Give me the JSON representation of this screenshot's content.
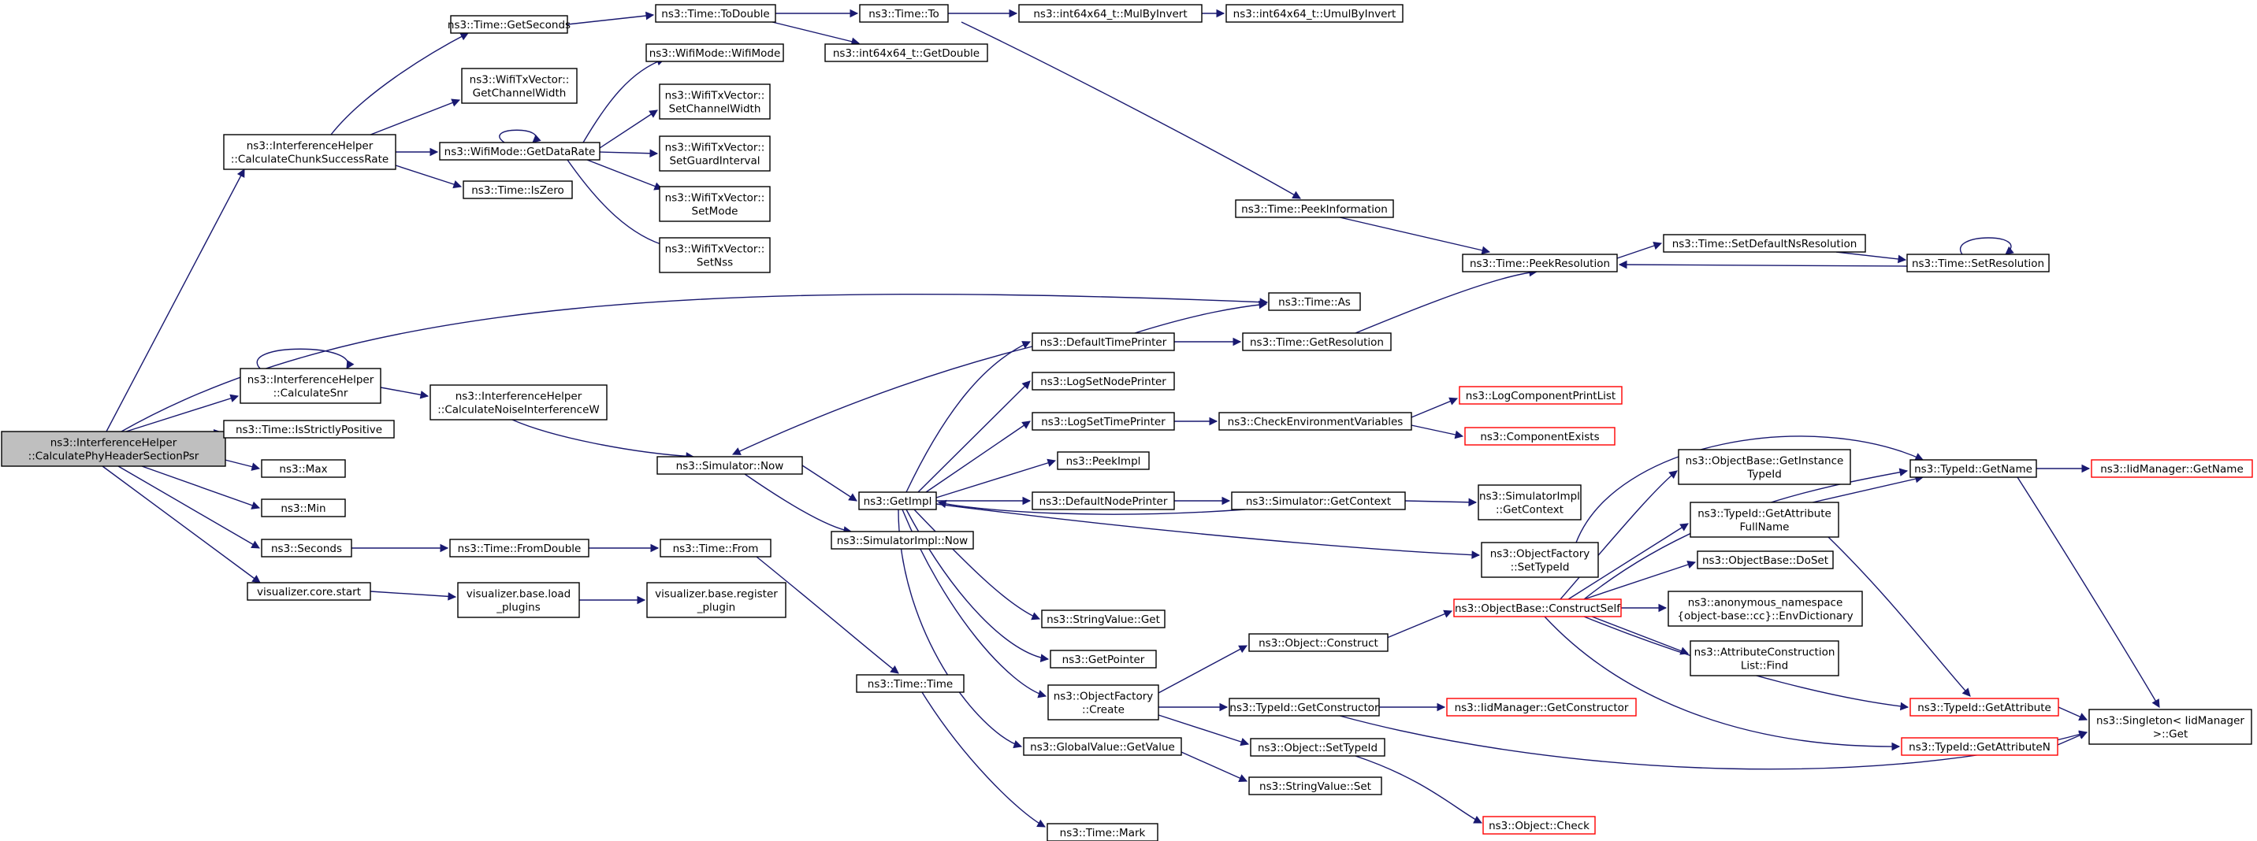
{
  "graph": {
    "nodes": [
      {
        "id": "root",
        "lines": [
          "ns3::InterferenceHelper",
          "::CalculatePhyHeaderSectionPsr"
        ],
        "style": "root"
      },
      {
        "id": "chunk",
        "lines": [
          "ns3::InterferenceHelper",
          "::CalculateChunkSuccessRate"
        ]
      },
      {
        "id": "getSeconds",
        "lines": [
          "ns3::Time::GetSeconds"
        ]
      },
      {
        "id": "toDouble",
        "lines": [
          "ns3::Time::ToDouble"
        ]
      },
      {
        "id": "timeTo",
        "lines": [
          "ns3::Time::To"
        ]
      },
      {
        "id": "mulByInvert",
        "lines": [
          "ns3::int64x64_t::MulByInvert"
        ]
      },
      {
        "id": "umulByInvert",
        "lines": [
          "ns3::int64x64_t::UmulByInvert"
        ]
      },
      {
        "id": "getDouble",
        "lines": [
          "ns3::int64x64_t::GetDouble"
        ]
      },
      {
        "id": "getChannelWidth",
        "lines": [
          "ns3::WifiTxVector::",
          "GetChannelWidth"
        ]
      },
      {
        "id": "wifiMode",
        "lines": [
          "ns3::WifiMode::WifiMode"
        ]
      },
      {
        "id": "getDataRate",
        "lines": [
          "ns3::WifiMode::GetDataRate"
        ]
      },
      {
        "id": "setChannelWidth",
        "lines": [
          "ns3::WifiTxVector::",
          "SetChannelWidth"
        ]
      },
      {
        "id": "setGuardInterval",
        "lines": [
          "ns3::WifiTxVector::",
          "SetGuardInterval"
        ]
      },
      {
        "id": "setMode",
        "lines": [
          "ns3::WifiTxVector::",
          "SetMode"
        ]
      },
      {
        "id": "setNss",
        "lines": [
          "ns3::WifiTxVector::",
          "SetNss"
        ]
      },
      {
        "id": "isZero",
        "lines": [
          "ns3::Time::IsZero"
        ]
      },
      {
        "id": "peekInformation",
        "lines": [
          "ns3::Time::PeekInformation"
        ]
      },
      {
        "id": "peekResolution",
        "lines": [
          "ns3::Time::PeekResolution"
        ]
      },
      {
        "id": "setDefaultNsResolution",
        "lines": [
          "ns3::Time::SetDefaultNsResolution"
        ]
      },
      {
        "id": "setResolution",
        "lines": [
          "ns3::Time::SetResolution"
        ]
      },
      {
        "id": "timeAs",
        "lines": [
          "ns3::Time::As"
        ]
      },
      {
        "id": "calcSnr",
        "lines": [
          "ns3::InterferenceHelper",
          "::CalculateSnr"
        ]
      },
      {
        "id": "calcNoise",
        "lines": [
          "ns3::InterferenceHelper",
          "::CalculateNoiseInterferenceW"
        ]
      },
      {
        "id": "isStrictlyPositive",
        "lines": [
          "ns3::Time::IsStrictlyPositive"
        ]
      },
      {
        "id": "max",
        "lines": [
          "ns3::Max"
        ]
      },
      {
        "id": "min",
        "lines": [
          "ns3::Min"
        ]
      },
      {
        "id": "seconds",
        "lines": [
          "ns3::Seconds"
        ]
      },
      {
        "id": "vizStart",
        "lines": [
          "visualizer.core.start"
        ]
      },
      {
        "id": "simNow",
        "lines": [
          "ns3::Simulator::Now"
        ]
      },
      {
        "id": "defaultTimePrinter",
        "lines": [
          "ns3::DefaultTimePrinter"
        ]
      },
      {
        "id": "getResolution",
        "lines": [
          "ns3::Time::GetResolution"
        ]
      },
      {
        "id": "logSetNodePrinter",
        "lines": [
          "ns3::LogSetNodePrinter"
        ]
      },
      {
        "id": "logSetTimePrinter",
        "lines": [
          "ns3::LogSetTimePrinter"
        ]
      },
      {
        "id": "checkEnv",
        "lines": [
          "ns3::CheckEnvironmentVariables"
        ]
      },
      {
        "id": "logComponentPrintList",
        "lines": [
          "ns3::LogComponentPrintList"
        ],
        "style": "red"
      },
      {
        "id": "componentExists",
        "lines": [
          "ns3::ComponentExists"
        ],
        "style": "red"
      },
      {
        "id": "peekImpl",
        "lines": [
          "ns3::PeekImpl"
        ]
      },
      {
        "id": "getImpl",
        "lines": [
          "ns3::GetImpl"
        ]
      },
      {
        "id": "defaultNodePrinter",
        "lines": [
          "ns3::DefaultNodePrinter"
        ]
      },
      {
        "id": "simGetContext",
        "lines": [
          "ns3::Simulator::GetContext"
        ]
      },
      {
        "id": "simImplGetContext",
        "lines": [
          "ns3::SimulatorImpl",
          "::GetContext"
        ]
      },
      {
        "id": "simImplNow",
        "lines": [
          "ns3::SimulatorImpl::Now"
        ]
      },
      {
        "id": "timeFromDouble",
        "lines": [
          "ns3::Time::FromDouble"
        ]
      },
      {
        "id": "timeFrom",
        "lines": [
          "ns3::Time::From"
        ]
      },
      {
        "id": "vizLoadPlugins",
        "lines": [
          "visualizer.base.load",
          "_plugins"
        ]
      },
      {
        "id": "vizRegisterPlugin",
        "lines": [
          "visualizer.base.register",
          "_plugin"
        ]
      },
      {
        "id": "ofSetTypeId",
        "lines": [
          "ns3::ObjectFactory",
          "::SetTypeId"
        ]
      },
      {
        "id": "objGetInstanceTypeId",
        "lines": [
          "ns3::ObjectBase::GetInstance",
          "TypeId"
        ]
      },
      {
        "id": "typeIdGetName",
        "lines": [
          "ns3::TypeId::GetName"
        ]
      },
      {
        "id": "iidGetName",
        "lines": [
          "ns3::IidManager::GetName"
        ],
        "style": "red"
      },
      {
        "id": "getAttrFullName",
        "lines": [
          "ns3::TypeId::GetAttribute",
          "FullName"
        ]
      },
      {
        "id": "objDoSet",
        "lines": [
          "ns3::ObjectBase::DoSet"
        ]
      },
      {
        "id": "constructSelf",
        "lines": [
          "ns3::ObjectBase::ConstructSelf"
        ],
        "style": "red"
      },
      {
        "id": "envDictionary",
        "lines": [
          "ns3::anonymous_namespace",
          "{object-base::cc}::EnvDictionary"
        ]
      },
      {
        "id": "attrListFind",
        "lines": [
          "ns3::AttributeConstruction",
          "List::Find"
        ]
      },
      {
        "id": "stringValueGet",
        "lines": [
          "ns3::StringValue::Get"
        ]
      },
      {
        "id": "getPointer",
        "lines": [
          "ns3::GetPointer"
        ]
      },
      {
        "id": "objConstruct",
        "lines": [
          "ns3::Object::Construct"
        ]
      },
      {
        "id": "timeTime",
        "lines": [
          "ns3::Time::Time"
        ]
      },
      {
        "id": "ofCreate",
        "lines": [
          "ns3::ObjectFactory",
          "::Create"
        ]
      },
      {
        "id": "getConstructor",
        "lines": [
          "ns3::TypeId::GetConstructor"
        ]
      },
      {
        "id": "iidGetConstructor",
        "lines": [
          "ns3::IidManager::GetConstructor"
        ],
        "style": "red"
      },
      {
        "id": "getAttribute",
        "lines": [
          "ns3::TypeId::GetAttribute"
        ],
        "style": "red"
      },
      {
        "id": "singletonGet",
        "lines": [
          "ns3::Singleton< IidManager",
          " >::Get"
        ]
      },
      {
        "id": "getAttributeN",
        "lines": [
          "ns3::TypeId::GetAttributeN"
        ],
        "style": "red"
      },
      {
        "id": "globalValueGetValue",
        "lines": [
          "ns3::GlobalValue::GetValue"
        ]
      },
      {
        "id": "objSetTypeId",
        "lines": [
          "ns3::Object::SetTypeId"
        ]
      },
      {
        "id": "stringValueSet",
        "lines": [
          "ns3::StringValue::Set"
        ]
      },
      {
        "id": "timeMark",
        "lines": [
          "ns3::Time::Mark"
        ]
      },
      {
        "id": "objCheck",
        "lines": [
          "ns3::Object::Check"
        ],
        "style": "red"
      }
    ]
  }
}
